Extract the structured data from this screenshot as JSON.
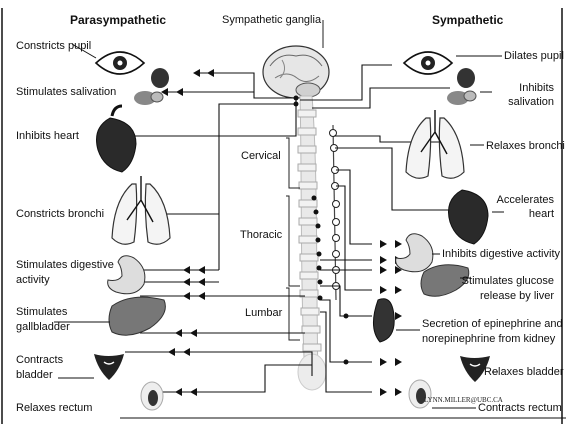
{
  "headers": {
    "parasympathetic": "Parasympathetic",
    "sympathetic_ganglia": "Sympathetic ganglia",
    "sympathetic": "Sympathetic"
  },
  "regions": {
    "cervical": "Cervical",
    "thoracic": "Thoracic",
    "lumbar": "Lumbar"
  },
  "parasympathetic_effects": {
    "pupil": "Constricts pupil",
    "salivation": "Stimulates salivation",
    "heart": "Inhibits heart",
    "bronchi": "Constricts bronchi",
    "digestive_1": "Stimulates digestive",
    "digestive_2": "activity",
    "gallbladder_1": "Stimulates",
    "gallbladder_2": "gallbladder",
    "bladder_1": "Contracts",
    "bladder_2": "bladder",
    "rectum": "Relaxes rectum"
  },
  "sympathetic_effects": {
    "pupil": "Dilates pupil",
    "salivation_1": "Inhibits",
    "salivation_2": "salivation",
    "bronchi": "Relaxes bronchi",
    "heart_1": "Accelerates",
    "heart_2": "heart",
    "digestive": "Inhibits digestive activity",
    "glucose_1": "Stimulates glucose",
    "glucose_2": "release by liver",
    "kidney_1": "Secretion of epinephrine and",
    "kidney_2": "norepinephrine from kidney",
    "bladder": "Relaxes bladder",
    "rectum": "Contracts rectum"
  },
  "credit": "LYNN.MILLER@UBC.CA"
}
